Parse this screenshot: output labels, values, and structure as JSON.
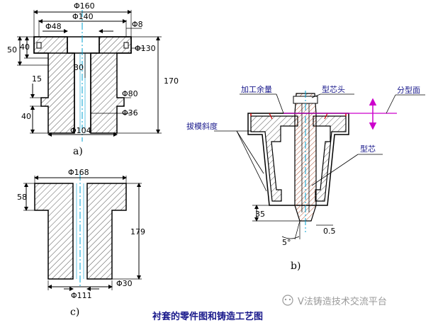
{
  "caption": "衬套的零件图和铸造工艺图",
  "watermark": "V法铸造技术交流平台",
  "panels": {
    "a": {
      "label": "a)",
      "dims": {
        "d160": "Φ160",
        "d140": "Φ140",
        "d48": "Φ48",
        "d8": "Φ8",
        "d130": "Φ130",
        "h50": "50",
        "h40a": "40",
        "h30": "30",
        "h170": "170",
        "h15": "15",
        "d80": "Φ80",
        "h40b": "40",
        "d36": "Φ36",
        "d104": "Φ104"
      }
    },
    "b": {
      "label": "b)",
      "labels": {
        "machining_allowance": "加工余量",
        "core_print": "型芯头",
        "parting_face": "分型面",
        "draft_angle": "拔模斜度",
        "core": "型芯"
      },
      "dims": {
        "h35": "35",
        "angle": "5°",
        "gap": "0.5"
      }
    },
    "c": {
      "label": "c)",
      "dims": {
        "d168": "Φ168",
        "h58": "58",
        "h179": "179",
        "d30": "Φ30",
        "d111": "Φ111"
      }
    }
  },
  "colors": {
    "line": "#000000",
    "centerline": "#00a0d0",
    "label_blue": "#1a1a8c",
    "label_red": "#cc0000",
    "hatch": "#555555",
    "core_hatch": "#b05030",
    "parting_marker": "#cc00cc",
    "watermark": "#9a9a9a"
  }
}
